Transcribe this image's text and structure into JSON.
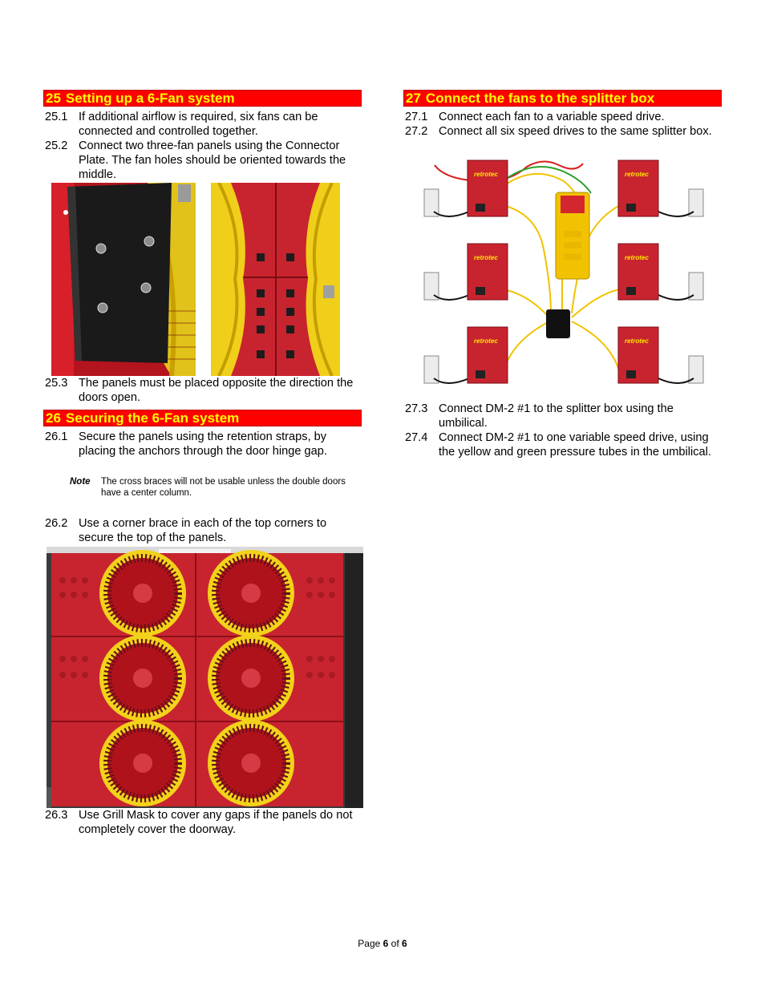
{
  "section25": {
    "number": "25",
    "title": "Setting up a 6-Fan system",
    "items": [
      {
        "num": "25.1",
        "text": "If additional airflow is required, six fans can be connected and controlled together."
      },
      {
        "num": "25.2",
        "text": "Connect two three-fan panels using the Connector Plate. The fan holes should be oriented towards the middle."
      },
      {
        "num": "25.3",
        "text": "The panels must be placed opposite the direction the doors open."
      }
    ]
  },
  "section26": {
    "number": "26",
    "title": "Securing the 6-Fan system",
    "items": [
      {
        "num": "26.1",
        "text": "Secure the panels using the retention straps, by placing the anchors through the door hinge gap."
      },
      {
        "num": "26.2",
        "text": "Use a corner brace in each of the top corners to secure the top of the panels."
      },
      {
        "num": "26.3",
        "text": "Use Grill Mask to cover any gaps if the panels do not completely cover the doorway."
      }
    ],
    "note": {
      "label": "Note",
      "text": "The cross braces will not be usable unless the double doors have a center column."
    }
  },
  "section27": {
    "number": "27",
    "title": "Connect the fans to the splitter box",
    "items": [
      {
        "num": "27.1",
        "text": "Connect each fan to a variable speed drive."
      },
      {
        "num": "27.2",
        "text": "Connect all six speed drives to the same splitter box."
      },
      {
        "num": "27.3",
        "text": "Connect DM-2 #1 to the splitter box using the umbilical."
      },
      {
        "num": "27.4",
        "text": "Connect DM-2 #1 to one variable speed drive, using the yellow and green pressure tubes in the umbilical."
      }
    ]
  },
  "diagram": {
    "brand": "retrotec"
  },
  "footer": {
    "prefix": "Page",
    "current": "6",
    "middle": "of",
    "total": "6"
  },
  "colors": {
    "heading_bg": "#ff0000",
    "heading_text": "#ffff00",
    "panel_red": "#c8242f",
    "fan_yellow": "#f2d21a"
  }
}
